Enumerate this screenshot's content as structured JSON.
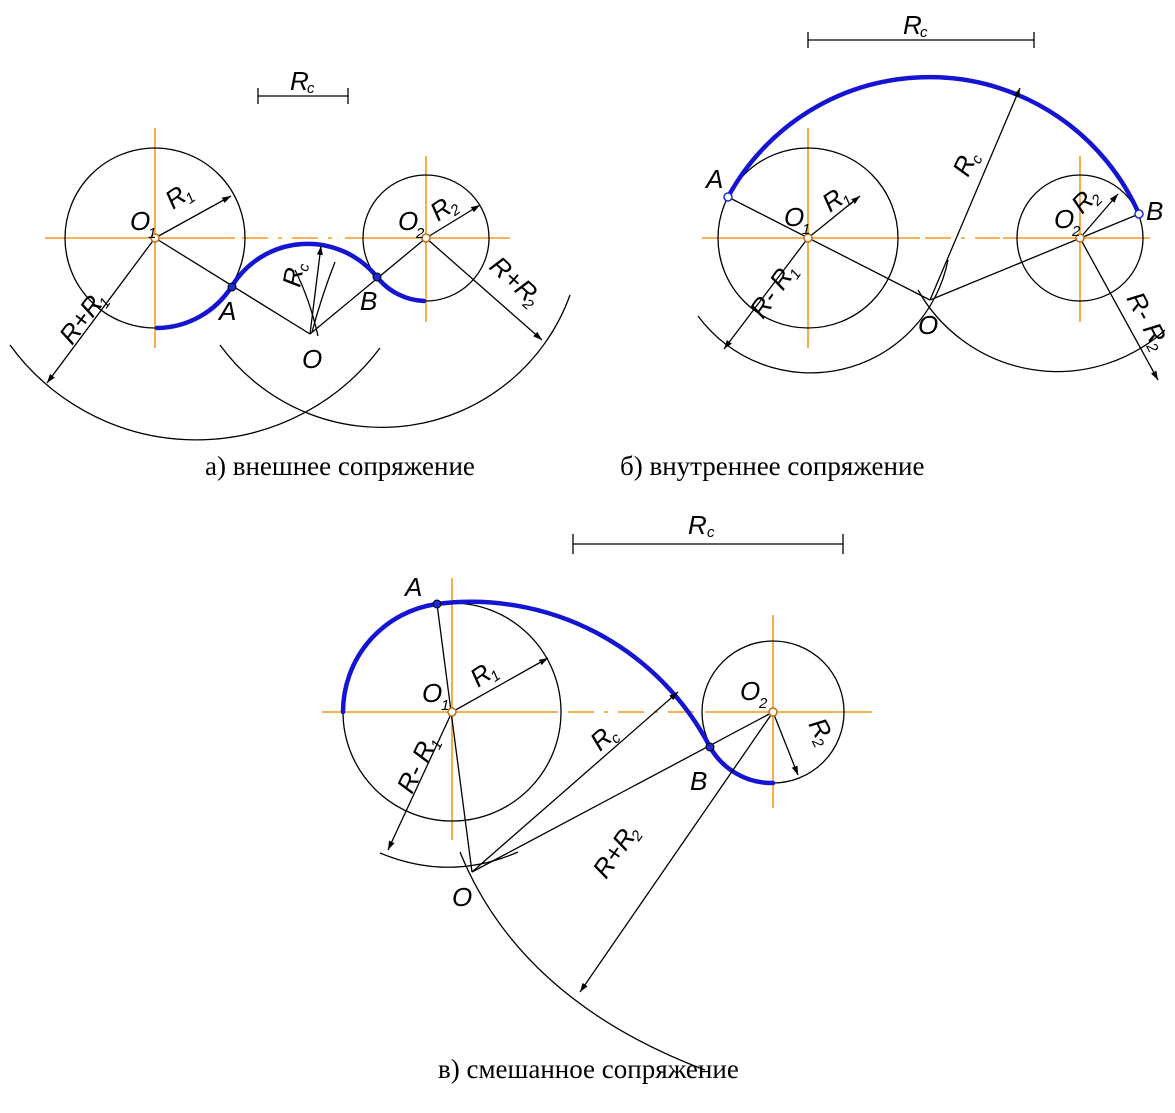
{
  "labels": {
    "O1": "O",
    "O1_sub": "1",
    "O2": "O",
    "O2_sub": "2",
    "O": "O",
    "A": "A",
    "B": "B",
    "Rc": "R",
    "Rc_sub": "c",
    "R1": "R",
    "R1_sub": "1",
    "R2": "R",
    "R2_sub": "2",
    "Rc_plus_R1": "R+R",
    "Rc_plus_R1_sub": "1",
    "Rc_plus_R2": "R+R",
    "Rc_plus_R2_sub": "2",
    "Rc_minus_R1": "R- R",
    "Rc_minus_R1_sub": "1",
    "Rc_minus_R2": "R- R",
    "Rc_minus_R2_sub": "2"
  },
  "captions": {
    "external": "а) внешнее сопряжение",
    "internal": "б) внутреннее сопряжение",
    "mixed": "в) смешанное сопряжение"
  },
  "colors": {
    "fillet_arc": "#1414d2",
    "center_lines": "#f39a1f",
    "construction": "#000000"
  }
}
